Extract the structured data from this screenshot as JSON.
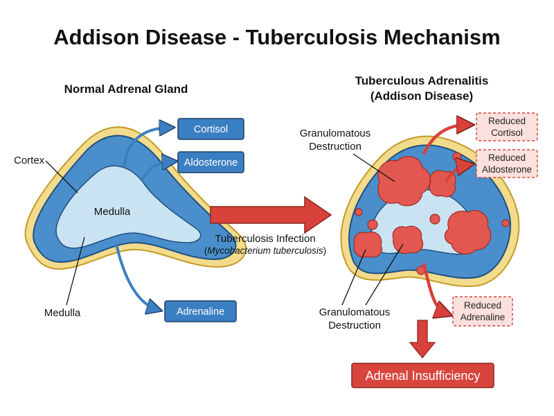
{
  "title": "Addison Disease - Tuberculosis Mechanism",
  "normal": {
    "heading": "Normal Adrenal Gland",
    "cortex_label": "Cortex",
    "medulla_inner_label": "Medulla",
    "medulla_lower_label": "Medulla",
    "outputs": [
      "Cortisol",
      "Aldosterone",
      "Adrenaline"
    ]
  },
  "infection": {
    "label": "Tuberculosis Infection",
    "organism_open": "(",
    "organism": "Mycobacterium tuberculosis",
    "organism_close": ")"
  },
  "diseased": {
    "heading_line1": "Tuberculous Adrenalitis",
    "heading_line2": "(Addison Disease)",
    "destruction_upper": [
      "Granulomatous",
      "Destruction"
    ],
    "destruction_lower": [
      "Granulomatous",
      "Destruction"
    ],
    "reduced_outputs": [
      [
        "Reduced",
        "Cortisol"
      ],
      [
        "Reduced",
        "Aldosterone"
      ],
      [
        "Reduced",
        "Adrenaline"
      ]
    ]
  },
  "result": "Adrenal Insufficiency",
  "colors": {
    "capsule": "#f2db8c",
    "capsule_stroke": "#d4a72c",
    "cortex": "#4a8fcb",
    "medulla": "#c9e3f2",
    "blue_box": "#3a7fc1",
    "red_box_fill": "#fbe1de",
    "red_box_stroke": "#d2473f",
    "lesion": "#e2574f",
    "red_arrow": "#d8423a",
    "final_box": "#d8453d"
  }
}
